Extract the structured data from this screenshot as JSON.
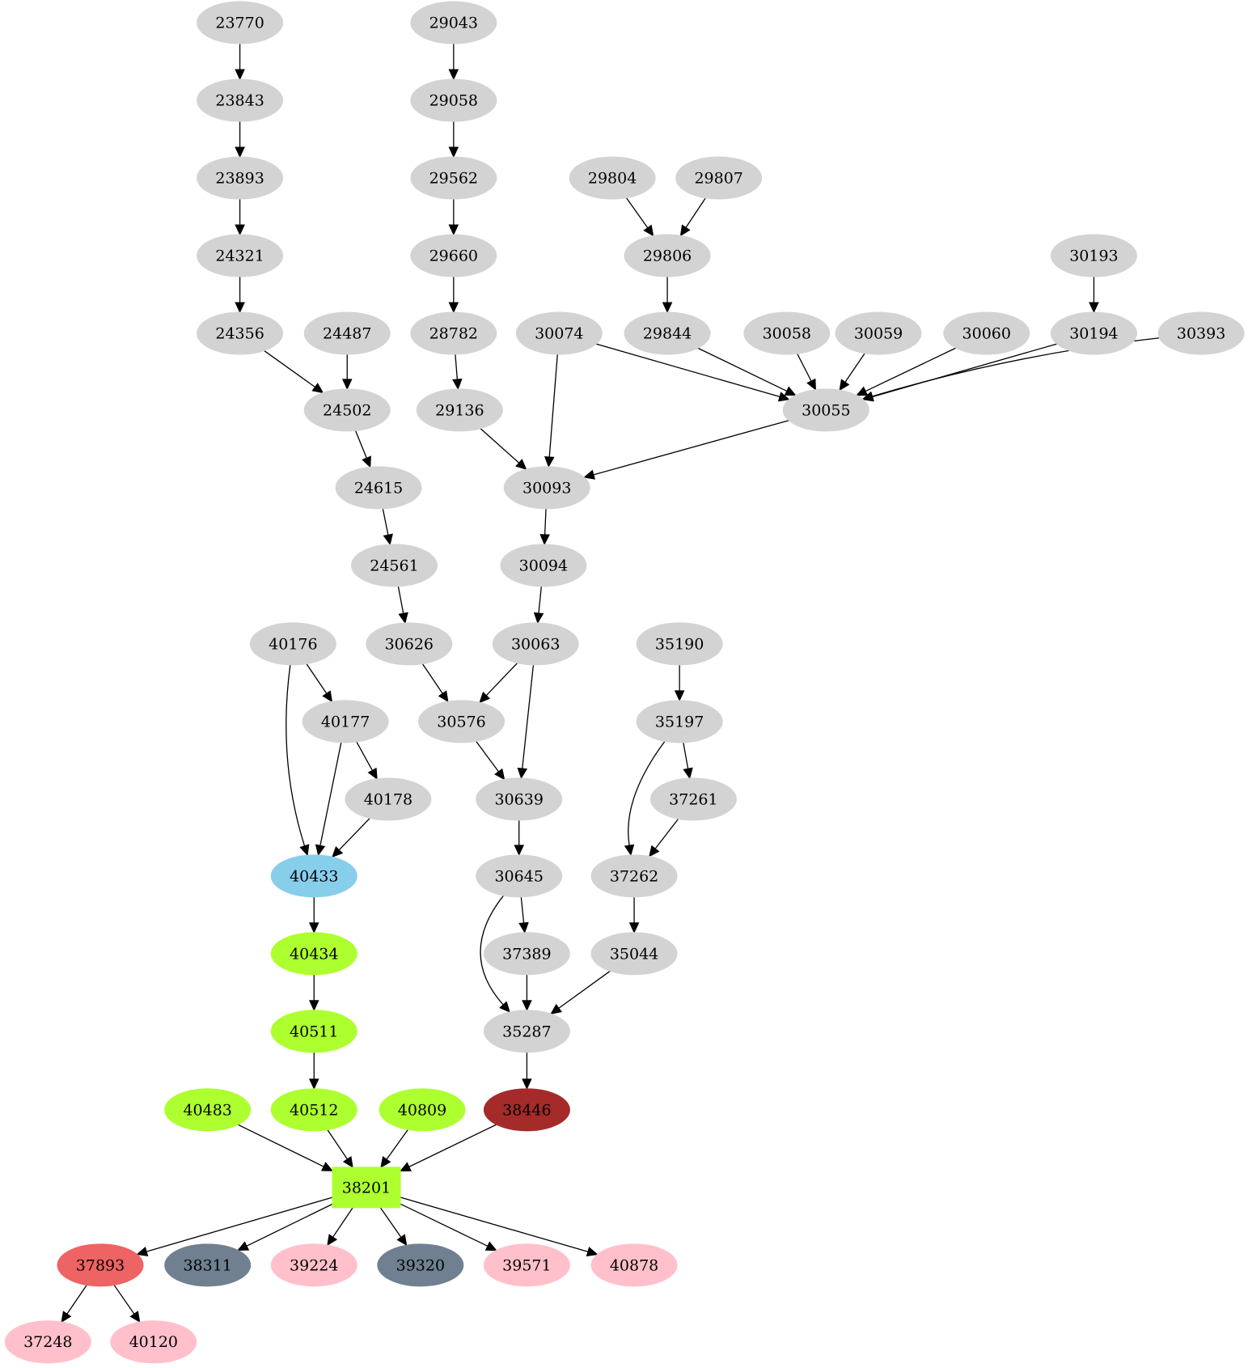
{
  "title": "Dependency graph",
  "colors": {
    "default": "#d3d3d3",
    "skyblue": "#87ceeb",
    "greenyellow": "#adff2f",
    "brown": "#a52a2a",
    "indianred": "#ee6363",
    "slategray": "#708090",
    "pink": "#ffc0cb"
  },
  "nodes": [
    {
      "id": "23770",
      "label": "23770",
      "color": "default",
      "shape": "ellipse"
    },
    {
      "id": "23843",
      "label": "23843",
      "color": "default",
      "shape": "ellipse"
    },
    {
      "id": "23893",
      "label": "23893",
      "color": "default",
      "shape": "ellipse"
    },
    {
      "id": "24321",
      "label": "24321",
      "color": "default",
      "shape": "ellipse"
    },
    {
      "id": "24356",
      "label": "24356",
      "color": "default",
      "shape": "ellipse"
    },
    {
      "id": "24487",
      "label": "24487",
      "color": "default",
      "shape": "ellipse"
    },
    {
      "id": "24502",
      "label": "24502",
      "color": "default",
      "shape": "ellipse"
    },
    {
      "id": "24615",
      "label": "24615",
      "color": "default",
      "shape": "ellipse"
    },
    {
      "id": "24561",
      "label": "24561",
      "color": "default",
      "shape": "ellipse"
    },
    {
      "id": "29043",
      "label": "29043",
      "color": "default",
      "shape": "ellipse"
    },
    {
      "id": "29058",
      "label": "29058",
      "color": "default",
      "shape": "ellipse"
    },
    {
      "id": "29562",
      "label": "29562",
      "color": "default",
      "shape": "ellipse"
    },
    {
      "id": "29660",
      "label": "29660",
      "color": "default",
      "shape": "ellipse"
    },
    {
      "id": "28782",
      "label": "28782",
      "color": "default",
      "shape": "ellipse"
    },
    {
      "id": "29136",
      "label": "29136",
      "color": "default",
      "shape": "ellipse"
    },
    {
      "id": "29804",
      "label": "29804",
      "color": "default",
      "shape": "ellipse"
    },
    {
      "id": "29807",
      "label": "29807",
      "color": "default",
      "shape": "ellipse"
    },
    {
      "id": "29806",
      "label": "29806",
      "color": "default",
      "shape": "ellipse"
    },
    {
      "id": "29844",
      "label": "29844",
      "color": "default",
      "shape": "ellipse"
    },
    {
      "id": "30074",
      "label": "30074",
      "color": "default",
      "shape": "ellipse"
    },
    {
      "id": "30058",
      "label": "30058",
      "color": "default",
      "shape": "ellipse"
    },
    {
      "id": "30059",
      "label": "30059",
      "color": "default",
      "shape": "ellipse"
    },
    {
      "id": "30060",
      "label": "30060",
      "color": "default",
      "shape": "ellipse"
    },
    {
      "id": "30193",
      "label": "30193",
      "color": "default",
      "shape": "ellipse"
    },
    {
      "id": "30194",
      "label": "30194",
      "color": "default",
      "shape": "ellipse"
    },
    {
      "id": "30393",
      "label": "30393",
      "color": "default",
      "shape": "ellipse"
    },
    {
      "id": "30055",
      "label": "30055",
      "color": "default",
      "shape": "ellipse"
    },
    {
      "id": "30093",
      "label": "30093",
      "color": "default",
      "shape": "ellipse"
    },
    {
      "id": "30094",
      "label": "30094",
      "color": "default",
      "shape": "ellipse"
    },
    {
      "id": "30063",
      "label": "30063",
      "color": "default",
      "shape": "ellipse"
    },
    {
      "id": "30626",
      "label": "30626",
      "color": "default",
      "shape": "ellipse"
    },
    {
      "id": "30576",
      "label": "30576",
      "color": "default",
      "shape": "ellipse"
    },
    {
      "id": "30639",
      "label": "30639",
      "color": "default",
      "shape": "ellipse"
    },
    {
      "id": "30645",
      "label": "30645",
      "color": "default",
      "shape": "ellipse"
    },
    {
      "id": "40176",
      "label": "40176",
      "color": "default",
      "shape": "ellipse"
    },
    {
      "id": "40177",
      "label": "40177",
      "color": "default",
      "shape": "ellipse"
    },
    {
      "id": "40178",
      "label": "40178",
      "color": "default",
      "shape": "ellipse"
    },
    {
      "id": "40433",
      "label": "40433",
      "color": "skyblue",
      "shape": "ellipse"
    },
    {
      "id": "40434",
      "label": "40434",
      "color": "greenyellow",
      "shape": "ellipse"
    },
    {
      "id": "40511",
      "label": "40511",
      "color": "greenyellow",
      "shape": "ellipse"
    },
    {
      "id": "40512",
      "label": "40512",
      "color": "greenyellow",
      "shape": "ellipse"
    },
    {
      "id": "40483",
      "label": "40483",
      "color": "greenyellow",
      "shape": "ellipse"
    },
    {
      "id": "40809",
      "label": "40809",
      "color": "greenyellow",
      "shape": "ellipse"
    },
    {
      "id": "35190",
      "label": "35190",
      "color": "default",
      "shape": "ellipse"
    },
    {
      "id": "35197",
      "label": "35197",
      "color": "default",
      "shape": "ellipse"
    },
    {
      "id": "37261",
      "label": "37261",
      "color": "default",
      "shape": "ellipse"
    },
    {
      "id": "37262",
      "label": "37262",
      "color": "default",
      "shape": "ellipse"
    },
    {
      "id": "35044",
      "label": "35044",
      "color": "default",
      "shape": "ellipse"
    },
    {
      "id": "37389",
      "label": "37389",
      "color": "default",
      "shape": "ellipse"
    },
    {
      "id": "35287",
      "label": "35287",
      "color": "default",
      "shape": "ellipse"
    },
    {
      "id": "38446",
      "label": "38446",
      "color": "brown",
      "shape": "ellipse"
    },
    {
      "id": "38201",
      "label": "38201",
      "color": "greenyellow",
      "shape": "box"
    },
    {
      "id": "37893",
      "label": "37893",
      "color": "indianred",
      "shape": "ellipse"
    },
    {
      "id": "38311",
      "label": "38311",
      "color": "slategray",
      "shape": "ellipse"
    },
    {
      "id": "39224",
      "label": "39224",
      "color": "pink",
      "shape": "ellipse"
    },
    {
      "id": "39320",
      "label": "39320",
      "color": "slategray",
      "shape": "ellipse"
    },
    {
      "id": "39571",
      "label": "39571",
      "color": "pink",
      "shape": "ellipse"
    },
    {
      "id": "40878",
      "label": "40878",
      "color": "pink",
      "shape": "ellipse"
    },
    {
      "id": "37248",
      "label": "37248",
      "color": "pink",
      "shape": "ellipse"
    },
    {
      "id": "40120",
      "label": "40120",
      "color": "pink",
      "shape": "ellipse"
    }
  ],
  "edges": [
    [
      "23770",
      "23843"
    ],
    [
      "23843",
      "23893"
    ],
    [
      "23893",
      "24321"
    ],
    [
      "24321",
      "24356"
    ],
    [
      "24356",
      "24502"
    ],
    [
      "24487",
      "24502"
    ],
    [
      "24502",
      "24615"
    ],
    [
      "24615",
      "24561"
    ],
    [
      "24561",
      "30626"
    ],
    [
      "29043",
      "29058"
    ],
    [
      "29058",
      "29562"
    ],
    [
      "29562",
      "29660"
    ],
    [
      "29660",
      "28782"
    ],
    [
      "28782",
      "29136"
    ],
    [
      "29136",
      "30093"
    ],
    [
      "30074",
      "30093"
    ],
    [
      "30055",
      "30093"
    ],
    [
      "29804",
      "29806"
    ],
    [
      "29807",
      "29806"
    ],
    [
      "29806",
      "29844"
    ],
    [
      "30074",
      "30055"
    ],
    [
      "29844",
      "30055"
    ],
    [
      "30058",
      "30055"
    ],
    [
      "30059",
      "30055"
    ],
    [
      "30060",
      "30055"
    ],
    [
      "30194",
      "30055"
    ],
    [
      "30393",
      "30055"
    ],
    [
      "30193",
      "30194"
    ],
    [
      "30093",
      "30094"
    ],
    [
      "30094",
      "30063"
    ],
    [
      "30626",
      "30576"
    ],
    [
      "30063",
      "30576"
    ],
    [
      "30063",
      "30639"
    ],
    [
      "30576",
      "30639"
    ],
    [
      "30639",
      "30645"
    ],
    [
      "40176",
      "40177"
    ],
    [
      "40176",
      "40433"
    ],
    [
      "40177",
      "40433"
    ],
    [
      "40177",
      "40178"
    ],
    [
      "40178",
      "40433"
    ],
    [
      "40433",
      "40434"
    ],
    [
      "40434",
      "40511"
    ],
    [
      "40511",
      "40512"
    ],
    [
      "35190",
      "35197"
    ],
    [
      "35197",
      "37261"
    ],
    [
      "35197",
      "37262"
    ],
    [
      "37261",
      "37262"
    ],
    [
      "37262",
      "35044"
    ],
    [
      "30645",
      "37389"
    ],
    [
      "30645",
      "35287"
    ],
    [
      "37389",
      "35287"
    ],
    [
      "35044",
      "35287"
    ],
    [
      "35287",
      "38446"
    ],
    [
      "40483",
      "38201"
    ],
    [
      "40512",
      "38201"
    ],
    [
      "40809",
      "38201"
    ],
    [
      "38446",
      "38201"
    ],
    [
      "38201",
      "37893"
    ],
    [
      "38201",
      "38311"
    ],
    [
      "38201",
      "39224"
    ],
    [
      "38201",
      "39320"
    ],
    [
      "38201",
      "39571"
    ],
    [
      "38201",
      "40878"
    ],
    [
      "37893",
      "37248"
    ],
    [
      "37893",
      "40120"
    ]
  ]
}
